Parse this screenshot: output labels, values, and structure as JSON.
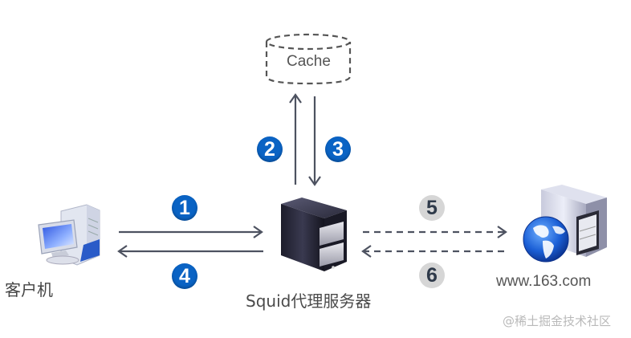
{
  "title": "Squid proxy request flow",
  "nodes": {
    "cache": {
      "label": "Cache"
    },
    "client": {
      "label": "客户机"
    },
    "proxy": {
      "label": "Squid代理服务器"
    },
    "origin": {
      "label": "www.163.com"
    }
  },
  "steps": [
    {
      "number": "1",
      "from": "client",
      "to": "proxy",
      "style": "solid",
      "color": "#0a63c4"
    },
    {
      "number": "2",
      "from": "proxy",
      "to": "cache",
      "style": "solid",
      "color": "#0a63c4"
    },
    {
      "number": "3",
      "from": "cache",
      "to": "proxy",
      "style": "solid",
      "color": "#0a63c4"
    },
    {
      "number": "4",
      "from": "proxy",
      "to": "client",
      "style": "solid",
      "color": "#0a63c4"
    },
    {
      "number": "5",
      "from": "proxy",
      "to": "origin",
      "style": "dashed",
      "color": "#d6d6d6"
    },
    {
      "number": "6",
      "from": "origin",
      "to": "proxy",
      "style": "dashed",
      "color": "#d6d6d6"
    }
  ],
  "watermark": "@稀土掘金技术社区"
}
